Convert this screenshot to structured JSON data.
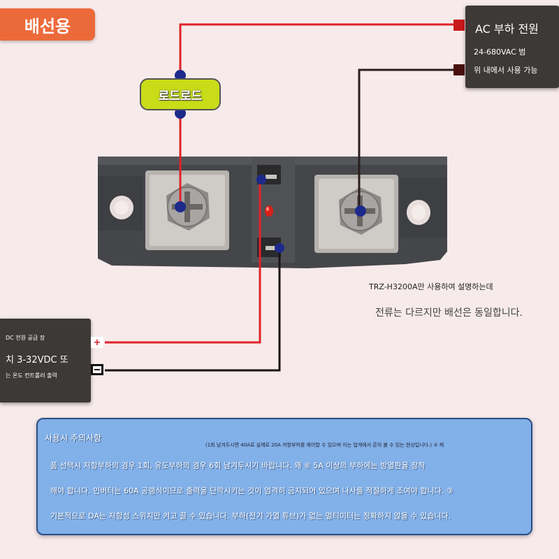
{
  "header": {
    "title": "배선용"
  },
  "ac_supply": {
    "title": "AC 부하 전원",
    "range": "24-680VAC 범",
    "usage": "위 내에서 사용 가능"
  },
  "load": {
    "label": "로드로드"
  },
  "dc_supply": {
    "line1": "DC 전원 공급 장",
    "line2": "치 3-32VDC 또",
    "line3": "는 온도 컨트롤러 출력",
    "plus_symbol": "+"
  },
  "notes": {
    "model": "TRZ-H3200A만 사용하여 설명하는데",
    "current": "전류는 다르지만 배선은 동일합니다."
  },
  "notice": {
    "title": "사용시 주의사항",
    "subtitle": "(1회 남겨두시면 40A로 실제로 20A 저항부하를 제어할 수 있으며 이는 업계에서 흔히 볼 수 있는 현상입니다.) ② 제",
    "line1": "품 선택시 저항부하의 경우 1회, 유도부하의 경우 6회 남겨두시기 바랍니다. 왜 ⑥ 5A 이상의 부하에는 방열판을 장착",
    "line2": "해야 합니다. 인버터는 60A 공랭식이므로 출력을 단락시키는 것이 엄격히 금지되어 있으며 나사를 적절하게 조여야 합니다. ③",
    "line3": "기본적으로 DA는 저항성 스위치만 켜고 끌 수 있습니다. 부하(전기 가열 튜브)가 없는 멀티미터는 정확하지 않을 수 있습니다."
  },
  "colors": {
    "accent": "#ec6a3a",
    "wire_red": "#e0222a",
    "wire_dark": "#2a1e1e",
    "relay_body": "#4b4c50",
    "node_blue": "#1d2a8c",
    "notice_bg": "#82b0e8"
  }
}
